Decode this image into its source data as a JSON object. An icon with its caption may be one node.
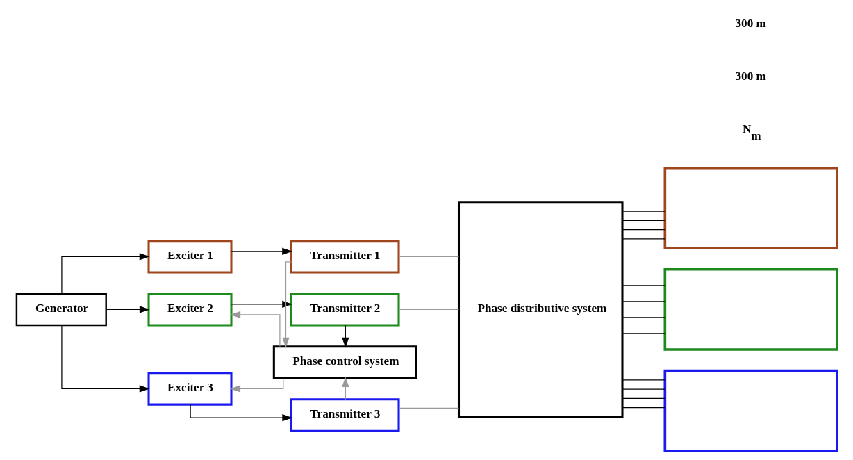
{
  "diagram": {
    "nodes": [
      {
        "text": [
          "Generator"
        ]
      },
      {
        "text": [
          "Exciter 1"
        ]
      },
      {
        "text": [
          "Exciter 2"
        ]
      },
      {
        "text": [
          "Exciter 3"
        ]
      },
      {
        "text": [
          "Transmitter 1"
        ]
      },
      {
        "text": [
          "Transmitter 2"
        ]
      },
      {
        "text": [
          "Transmitter 3"
        ]
      },
      {
        "text": [
          "Phase distributive system"
        ]
      },
      {
        "text": [
          "Phase control system"
        ]
      },
      {
        "text": [],
        "shape": "box"
      },
      {
        "text": [],
        "shape": "box"
      },
      {
        "text": [],
        "shape": "box"
      }
    ],
    "edges": [
      {
        "from": 0,
        "to": 1,
        "arrow": "to"
      },
      {
        "from": 0,
        "to": 2,
        "arrow": "to"
      },
      {
        "from": 0,
        "to": 3,
        "arrow": "to"
      },
      {
        "from": 1,
        "to": 4,
        "arrow": "to"
      },
      {
        "from": 2,
        "to": 5,
        "arrow": "to"
      },
      {
        "from": 3,
        "to": 6,
        "arrow": "to"
      },
      {
        "from": 4,
        "to": 7,
        "arrow": "none",
        "color": "#999999"
      },
      {
        "from": 5,
        "to": 7,
        "arrow": "none",
        "color": "#999999"
      },
      {
        "from": 6,
        "to": 7,
        "arrow": "none",
        "color": "#999999"
      },
      {
        "from": 4,
        "to": 8,
        "arrow": "to",
        "color": "#999999"
      },
      {
        "from": 5,
        "to": 8,
        "arrow": "to"
      },
      {
        "from": 6,
        "to": 8,
        "arrow": "to",
        "color": "#999999"
      },
      {
        "from": 8,
        "to": 2,
        "arrow": "to",
        "color": "#999999"
      },
      {
        "from": 8,
        "to": 3,
        "arrow": "to",
        "color": "#999999"
      },
      {
        "from": 7,
        "to": 9,
        "arrow": "none"
      },
      {
        "from": 7,
        "to": 9,
        "arrow": "none"
      },
      {
        "from": 7,
        "to": 9,
        "arrow": "none"
      },
      {
        "from": 7,
        "to": 9,
        "arrow": "none"
      },
      {
        "from": 7,
        "to": 10,
        "arrow": "none"
      },
      {
        "from": 7,
        "to": 10,
        "arrow": "none"
      },
      {
        "from": 7,
        "to": 10,
        "arrow": "none"
      },
      {
        "from": 7,
        "to": 10,
        "arrow": "none"
      },
      {
        "from": 7,
        "to": 11,
        "arrow": "none"
      },
      {
        "from": 7,
        "to": 11,
        "arrow": "none"
      },
      {
        "from": 7,
        "to": 11,
        "arrow": "none"
      },
      {
        "from": 7,
        "to": 11,
        "arrow": "none"
      }
    ],
    "labels": [
      "N$_{m}$",
      "300 m",
      "300 m"
    ]
  }
}
